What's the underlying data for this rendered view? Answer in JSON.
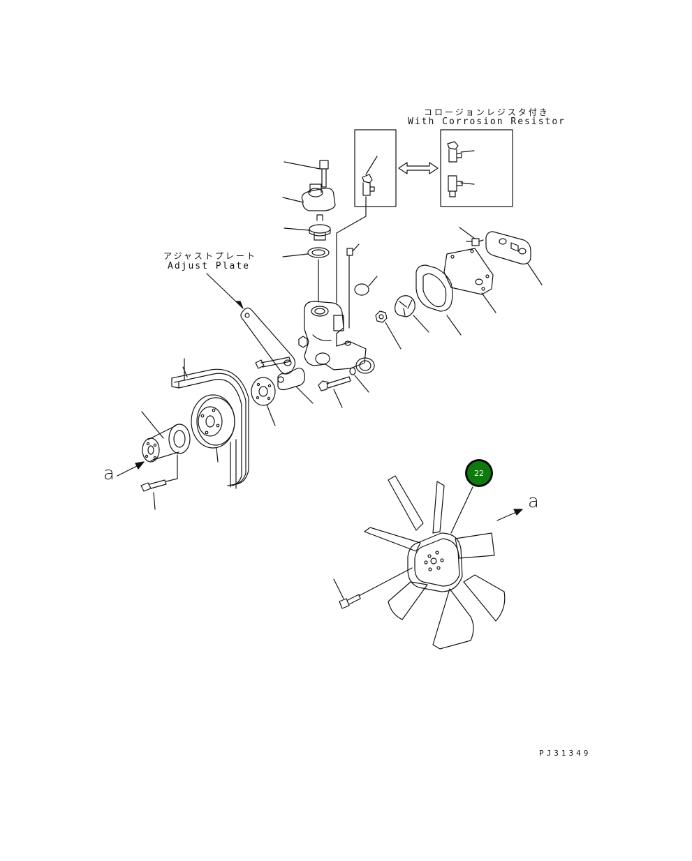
{
  "callout_corrosion": {
    "jp": "コロージョンレジスタ付き",
    "en": "With Corrosion Resistor"
  },
  "callout_adjust": {
    "jp": "アジャストプレート",
    "en": "Adjust Plate"
  },
  "view_marker_left": "a",
  "view_marker_right": "a",
  "part_badge": {
    "number": "22",
    "color": "#0e7a0e"
  },
  "drawing_id": "PJ31349"
}
